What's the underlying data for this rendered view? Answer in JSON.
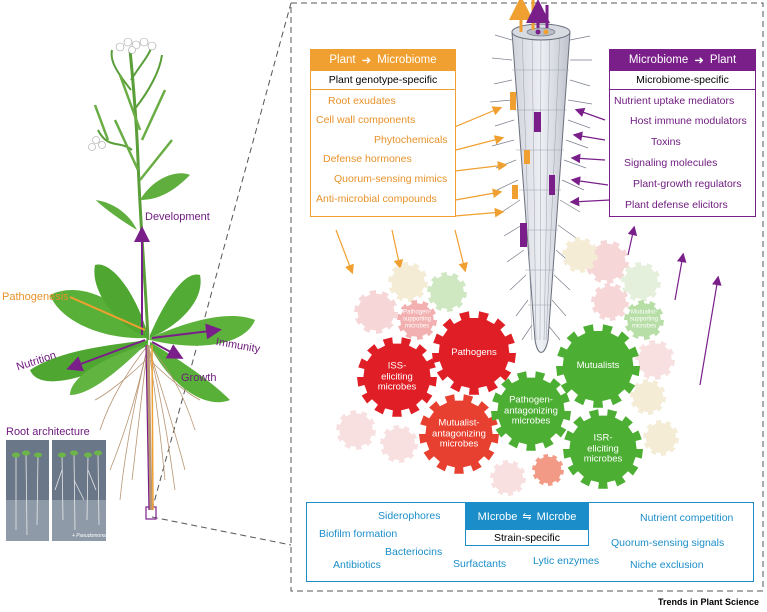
{
  "plant_labels": {
    "development": "Development",
    "pathogenesis": "Pathogenesis",
    "nutrition": "Nutrition",
    "immunity": "Immunity",
    "growth": "Growth",
    "root_architecture": "Root architecture",
    "pseudomonas": "+ Pseudomonas"
  },
  "plant_to_microbiome": {
    "title_left": "Plant",
    "title_right": "Microbiome",
    "subtitle": "Plant genotype-specific",
    "items": [
      "Root exudates",
      "Cell wall components",
      "Phytochemicals",
      "Defense hormones",
      "Quorum-sensing mimics",
      "Anti-microbial compounds"
    ]
  },
  "microbiome_to_plant": {
    "title_left": "Microbiome",
    "title_right": "Plant",
    "subtitle": "Microbiome-specific",
    "items": [
      "Nutrient uptake mediators",
      "Host immune modulators",
      "Toxins",
      "Signaling molecules",
      "Plant-growth regulators",
      "Plant defense elicitors"
    ]
  },
  "gears": {
    "pathogens": "Pathogens",
    "iss": "ISS-\neliciting\nmicrobes",
    "mutualist_antag": "Mutualist-\nantagonizing\nmicrobes",
    "pathogen_antag": "Pathogen-\nantagonizing\nmicrobes",
    "mutualists": "Mutualists",
    "isr": "ISR-\neliciting\nmicrobes",
    "pathogen_supporting": "Pathogen-\nsupporting\nmicrobes",
    "mutualist_supporting": "Mutualist-\nsupporting\nmicrobes"
  },
  "microbe_microbe": {
    "title_left": "MIcrobe",
    "title_right": "MIcrobe",
    "subtitle": "Strain-specific",
    "items": {
      "siderophores": "Siderophores",
      "biofilm": "Biofilm formation",
      "bacteriocins": "Bacteriocins",
      "antibiotics": "Antibiotics",
      "surfactants": "Surfactants",
      "lytic": "Lytic enzymes",
      "nutrient": "Nutrient competition",
      "quorum": "Quorum-sensing signals",
      "niche": "Niche exclusion"
    }
  },
  "credit": "Trends in Plant Science",
  "colors": {
    "orange": "#f0a030",
    "purple": "#7a1f8a",
    "blue": "#1b8ec9",
    "red": "#e01e26",
    "green": "#4cae32"
  }
}
